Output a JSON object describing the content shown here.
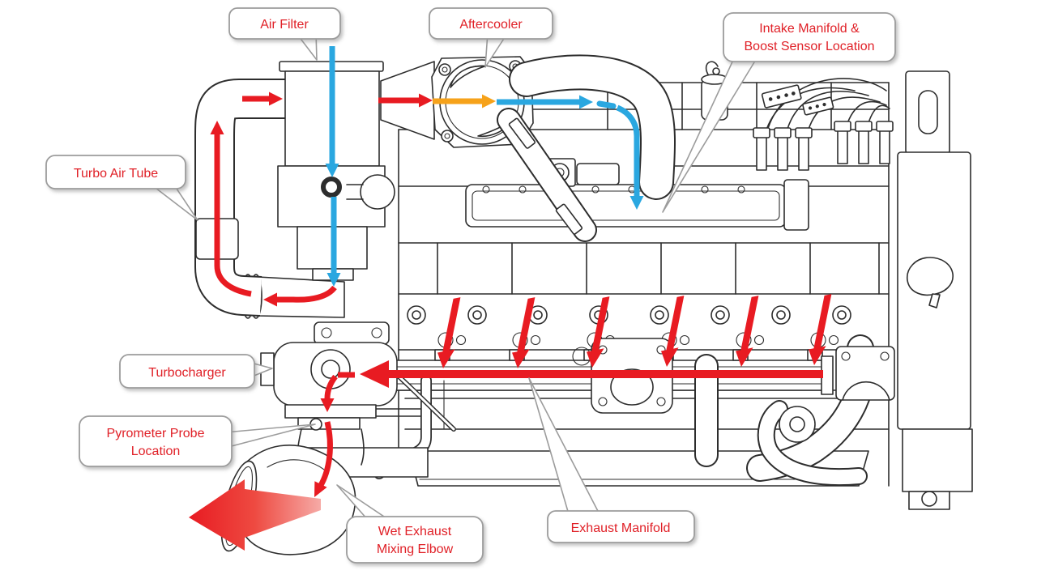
{
  "diagram": {
    "description": "Marine diesel engine air intake and exhaust flow diagram",
    "callouts": {
      "air_filter": {
        "line1": "Air Filter"
      },
      "aftercooler": {
        "line1": "Aftercooler"
      },
      "intake_manifold": {
        "line1": "Intake Manifold &",
        "line2": "Boost Sensor Location"
      },
      "turbo_air_tube": {
        "line1": "Turbo Air Tube"
      },
      "turbocharger": {
        "line1": "Turbocharger"
      },
      "pyrometer_probe": {
        "line1": "Pyrometer Probe",
        "line2": "Location"
      },
      "wet_exhaust": {
        "line1": "Wet Exhaust",
        "line2": "Mixing Elbow"
      },
      "exhaust_manifold": {
        "line1": "Exhaust Manifold"
      }
    },
    "colors": {
      "label_text": "#e02027",
      "label_border": "#9c9c9c",
      "line": "#2d2d2d",
      "flow_hot_red": "#e81b22",
      "flow_cool_blue": "#2aa7e0",
      "flow_transition_orange": "#f6a21a"
    }
  }
}
